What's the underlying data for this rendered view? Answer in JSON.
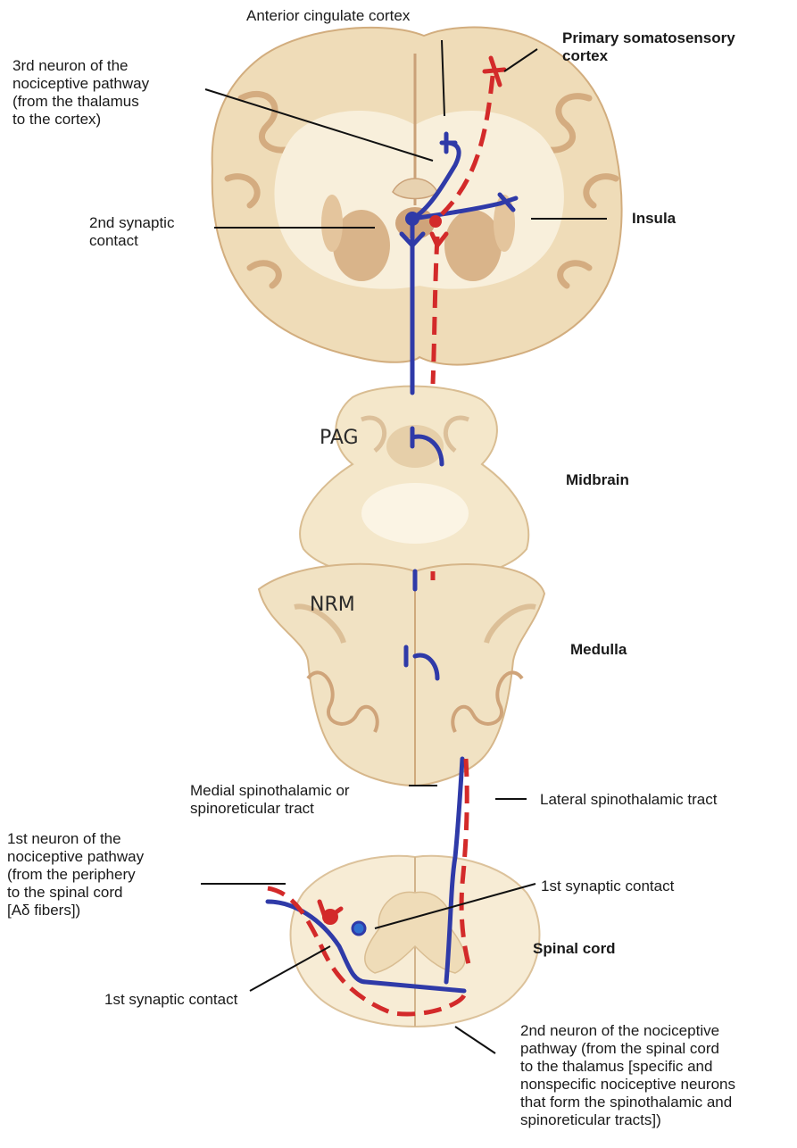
{
  "colors": {
    "tissue": "#f2e2c4",
    "tissue_edge": "#d9b98c",
    "white_matter": "#fbf3e2",
    "grey_matter": "#d8b088",
    "first_and_second_neuron_red": "#d32a2a",
    "third_neuron_blue": "#2f3aa8",
    "leader_line": "#111111"
  },
  "icons": [
    "brain-coronal-section",
    "midbrain-section",
    "medulla-section",
    "spinal-cord-section",
    "neuron-dot"
  ],
  "labels": {
    "anterior_cingulate": "Anterior cingulate cortex",
    "primary_somatosensory": "Primary somatosensory\ncortex",
    "third_neuron": "3rd neuron of the\nnociceptive pathway\n(from the thalamus\nto the cortex)",
    "second_synaptic": "2nd synaptic\ncontact",
    "insula": "Insula",
    "midbrain": "Midbrain",
    "medulla": "Medulla",
    "pag": "PAG",
    "nrm": "NRM",
    "medial_tract": "Medial spinothalamic or\nspinoreticular tract",
    "lateral_tract": "Lateral spinothalamic tract",
    "first_neuron": "1st neuron of the\nnociceptive pathway\n(from the periphery\nto the spinal cord\n[Aδ fibers])",
    "first_synaptic_right": "1st synaptic contact",
    "first_synaptic_left": "1st synaptic contact",
    "spinal_cord": "Spinal cord",
    "second_neuron": "2nd neuron of the nociceptive\npathway (from the spinal cord\nto the thalamus [specific and\nnonspecific nociceptive neurons\nthat form the spinothalamic and\nspinoreticular tracts])"
  }
}
